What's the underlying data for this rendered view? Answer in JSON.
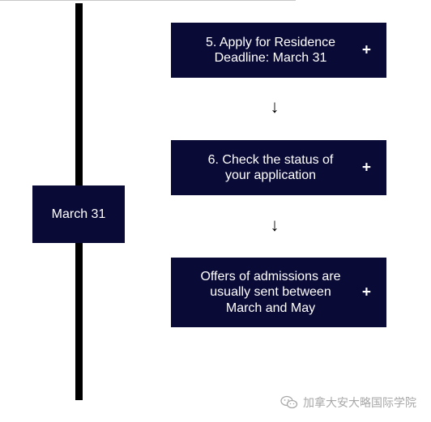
{
  "colors": {
    "navy": "#0a0a36",
    "timeline": "#000000",
    "watermark": "#a8a8a8"
  },
  "timeline": {
    "date_label": "March 31"
  },
  "steps": [
    {
      "line1": "5. Apply for Residence",
      "line2": "Deadline: March 31",
      "line3": "",
      "expand_icon": "plus-icon"
    },
    {
      "line1": "6. Check the status of",
      "line2": "your application",
      "line3": "",
      "expand_icon": "plus-icon"
    },
    {
      "line1": "Offers of admissions are",
      "line2": "usually sent between",
      "line3": "March and May",
      "expand_icon": "plus-icon"
    }
  ],
  "arrows": {
    "icon": "arrow-down-icon"
  },
  "watermark": {
    "icon": "wechat-icon",
    "text": "加拿大安大略国际学院"
  }
}
